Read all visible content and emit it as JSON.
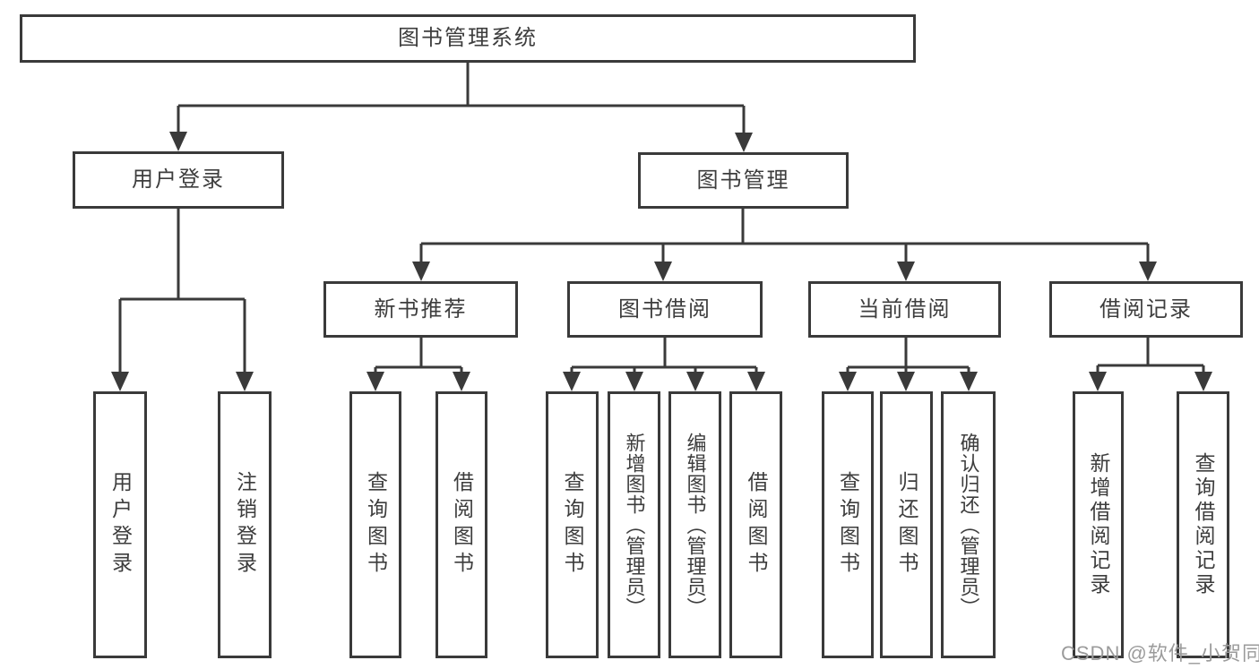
{
  "tree": {
    "root": {
      "label": "图书管理系统"
    },
    "branches": [
      {
        "label": "用户登录",
        "children": [
          {
            "label": "用户登录"
          },
          {
            "label": "注销登录"
          }
        ]
      },
      {
        "label": "图书管理",
        "children": [
          {
            "label": "新书推荐",
            "children": [
              {
                "label": "查询图书"
              },
              {
                "label": "借阅图书"
              }
            ]
          },
          {
            "label": "图书借阅",
            "children": [
              {
                "label": "查询图书"
              },
              {
                "label": "新增图书（管理员）"
              },
              {
                "label": "编辑图书（管理员）"
              },
              {
                "label": "借阅图书"
              }
            ]
          },
          {
            "label": "当前借阅",
            "children": [
              {
                "label": "查询图书"
              },
              {
                "label": "归还图书"
              },
              {
                "label": "确认归还（管理员）"
              }
            ]
          },
          {
            "label": "借阅记录",
            "children": [
              {
                "label": "新增借阅记录"
              },
              {
                "label": "查询借阅记录"
              }
            ]
          }
        ]
      }
    ]
  },
  "watermark": {
    "text": "CSDN @软件_小贺同学"
  },
  "colors": {
    "line": "#3a3a3a",
    "box_border": "#3a3a3a",
    "text": "#3d3d3d",
    "watermark": "#9b9b9b",
    "background": "#ffffff"
  }
}
